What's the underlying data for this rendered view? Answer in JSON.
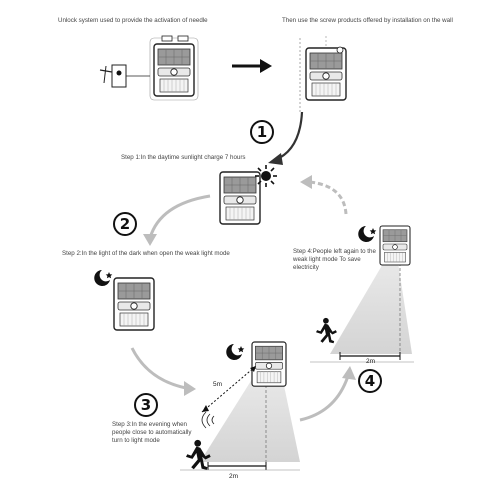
{
  "captions": {
    "unlock": "Unlock system used to provide the activation of needle",
    "screw": "Then use the screw products offered by installation on the wall",
    "step1": "Step 1:In the daytime sunlight charge 7 hours",
    "step2": "Step 2:In the light of the dark when open the weak light mode",
    "step3": "Step 3:In the evening when people close to automatically turn to light mode",
    "step4": "Step 4:People left again to the weak light mode To save electricity"
  },
  "step_numbers": [
    "1",
    "2",
    "3",
    "4"
  ],
  "distances": {
    "step3_diagonal": "5m",
    "step3_floor": "2m",
    "step4_floor": "2m"
  },
  "colors": {
    "light_beam": "#d8d8d8",
    "arrow_gray": "#bdbdbd",
    "ink": "#222222"
  }
}
